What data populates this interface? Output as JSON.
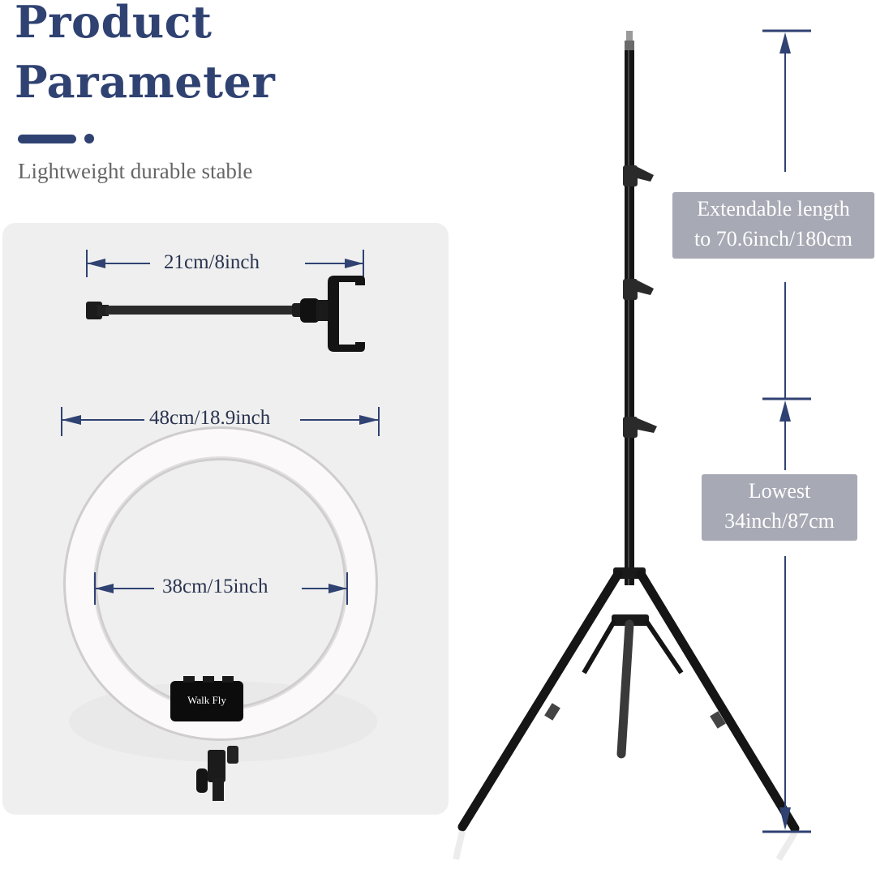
{
  "header": {
    "title_line1": "Product",
    "title_line2": "Parameter",
    "subtitle": "Lightweight durable stable"
  },
  "colors": {
    "accent": "#2f4272",
    "panel_bg": "#efefef",
    "tag_bg": "#a7a9b4",
    "text_gray": "#666666"
  },
  "left_panel": {
    "phone_holder": {
      "dimension": "21cm/8inch"
    },
    "ring_light": {
      "outer_dimension": "48cm/18.9inch",
      "inner_dimension": "38cm/15inch",
      "brand_label": "Walk Fly"
    }
  },
  "tripod": {
    "extended": {
      "line1": "Extendable length",
      "line2": "to 70.6inch/180cm"
    },
    "lowest": {
      "line1": "Lowest",
      "line2": "34inch/87cm"
    }
  }
}
